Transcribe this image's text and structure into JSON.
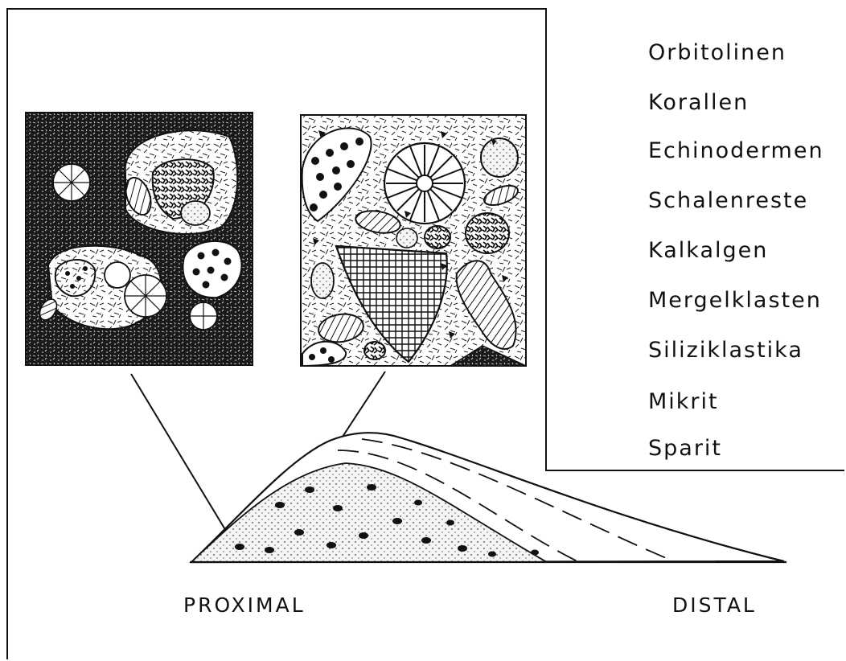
{
  "legend": {
    "items": [
      {
        "label": "Orbitolinen",
        "icon": "orbitolina-icon"
      },
      {
        "label": "Korallen",
        "icon": "coral-icon"
      },
      {
        "label": "Echinodermen",
        "icon": "echinoderm-icon"
      },
      {
        "label": "Schalenreste",
        "icon": "shell-fragment-icon"
      },
      {
        "label": "Kalkalgen",
        "icon": "calcareous-algae-icon"
      },
      {
        "label": "Mergelklasten",
        "icon": "marl-clast-icon"
      },
      {
        "label": "Siliziklastika",
        "icon": "siliciclastics-icon"
      },
      {
        "label": "Mikrit",
        "icon": "micrite-icon"
      },
      {
        "label": "Sparit",
        "icon": "sparite-icon"
      }
    ]
  },
  "profile": {
    "proximal_label": "PROXIMAL",
    "distal_label": "DISTAL"
  }
}
